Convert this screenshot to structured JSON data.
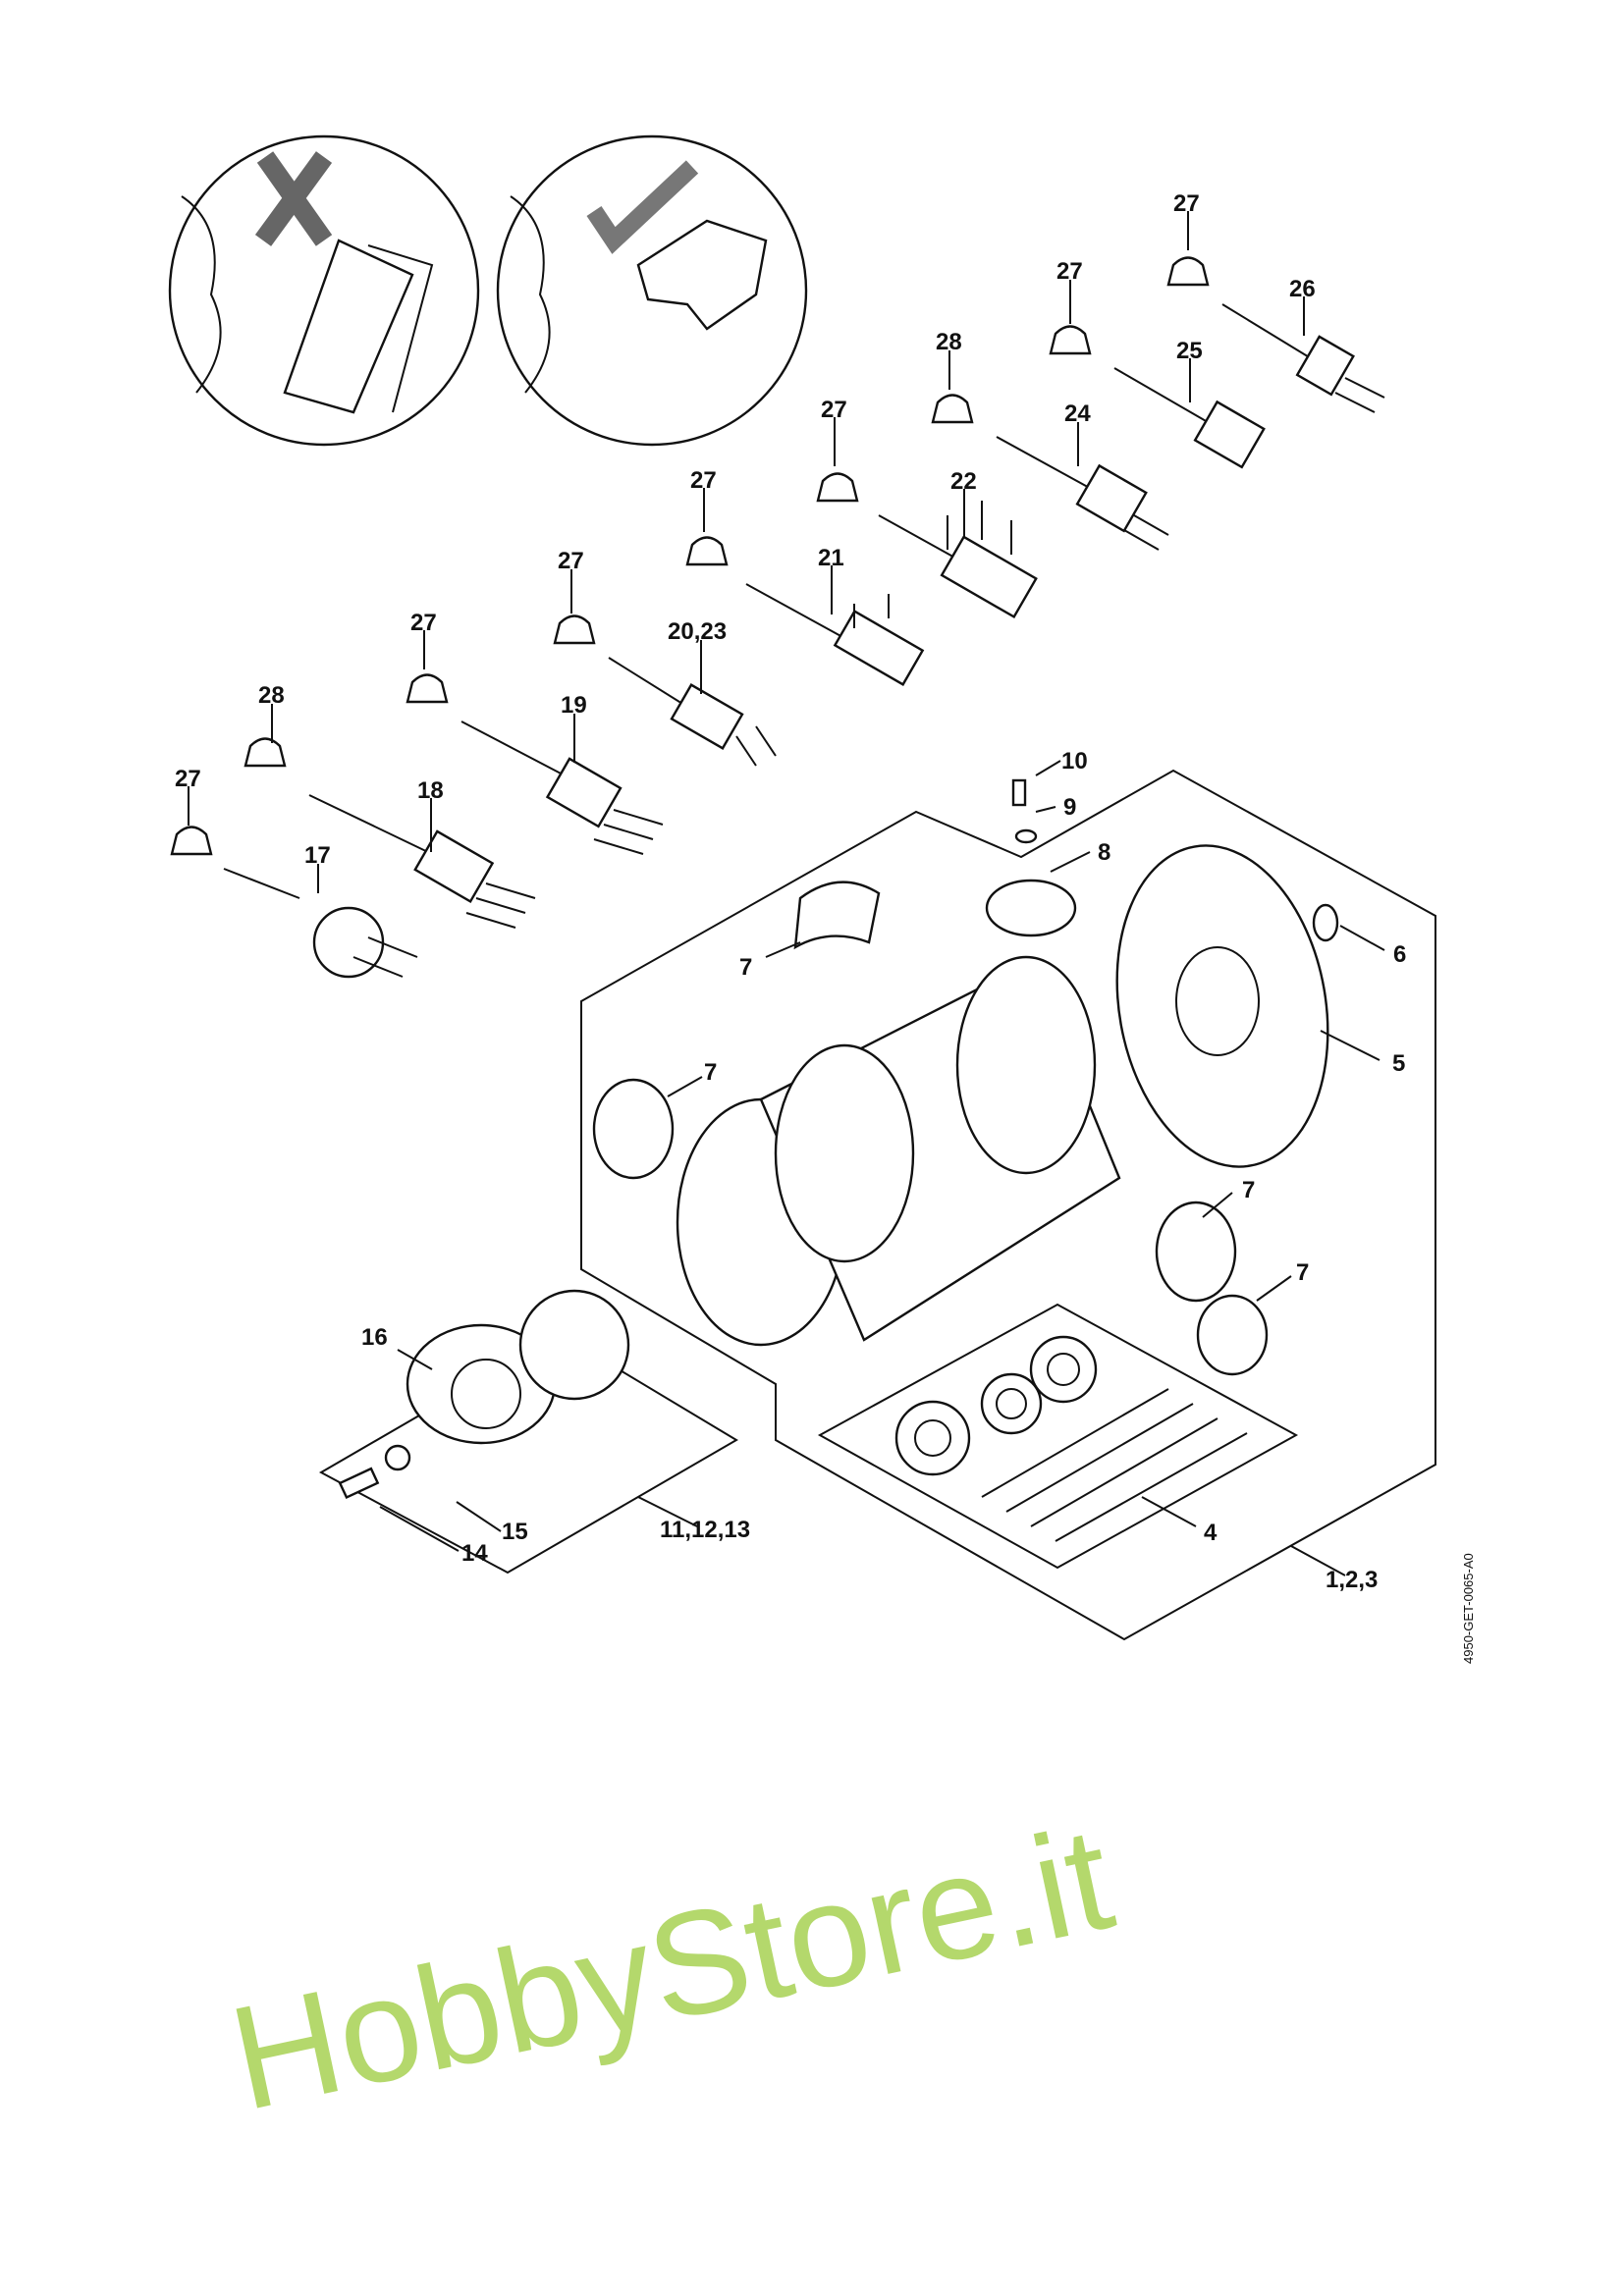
{
  "diagram": {
    "drawing_code": "4950-GET-0065-A0",
    "watermark": "HobbyStore.it",
    "callouts": {
      "c27a": "27",
      "c26": "26",
      "c27b": "27",
      "c25": "25",
      "c28a": "28",
      "c24": "24",
      "c27c": "27",
      "c22": "22",
      "c27d": "27",
      "c21": "21",
      "c27e": "27",
      "c20_23": "20,23",
      "c27f": "27",
      "c19": "19",
      "c28b": "28",
      "c18": "18",
      "c27g": "27",
      "c17": "17",
      "c10": "10",
      "c9": "9",
      "c8": "8",
      "c6": "6",
      "c7a": "7",
      "c5": "5",
      "c7b": "7",
      "c7c": "7",
      "c7d": "7",
      "c16": "16",
      "c4": "4",
      "c11_12_13": "11,12,13",
      "c15": "15",
      "c14": "14",
      "c1_2_3": "1,2,3"
    }
  }
}
